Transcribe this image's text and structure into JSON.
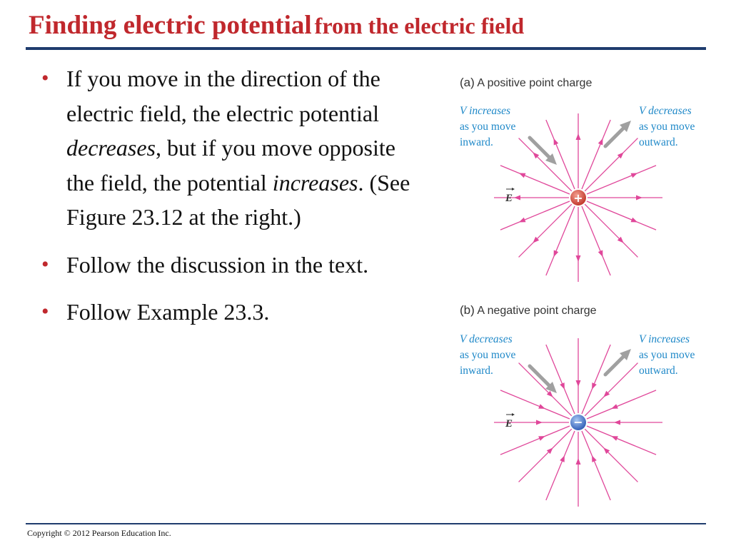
{
  "title": {
    "part1": "Finding electric potential",
    "part2": "from the electric field"
  },
  "bullets": {
    "b1": {
      "t1": "If you move in the direction of the electric field, the electric potential ",
      "em1": "decreases",
      "t2": ", but if you move opposite the field, the potential ",
      "em2": "increases",
      "t3": ". (See Figure 23.12 at the right.)"
    },
    "b2": {
      "text": "Follow the discussion in the text."
    },
    "b3": {
      "text": "Follow Example 23.3."
    }
  },
  "figure": {
    "a": {
      "label_part": "(a)",
      "label_text": "A positive point charge",
      "charge_sign": "+",
      "field_symbol": "E",
      "left_note": {
        "v": "V increases",
        "l2": "as you move",
        "l3": "inward."
      },
      "right_note": {
        "v": "V decreases",
        "l2": "as you move",
        "l3": "outward."
      }
    },
    "b": {
      "label_part": "(b)",
      "label_text": "A negative point charge",
      "charge_sign": "−",
      "field_symbol": "E",
      "left_note": {
        "v": "V decreases",
        "l2": "as you move",
        "l3": "inward."
      },
      "right_note": {
        "v": "V increases",
        "l2": "as you move",
        "l3": "outward."
      }
    },
    "colors": {
      "field_lines": "#e0479a",
      "notes": "#1e88c8",
      "positive": "#d0483a",
      "negative": "#3b6fc9",
      "gray_arrow": "#9a9a9a"
    }
  },
  "footer": {
    "copyright": "Copyright © 2012 Pearson Education Inc."
  }
}
